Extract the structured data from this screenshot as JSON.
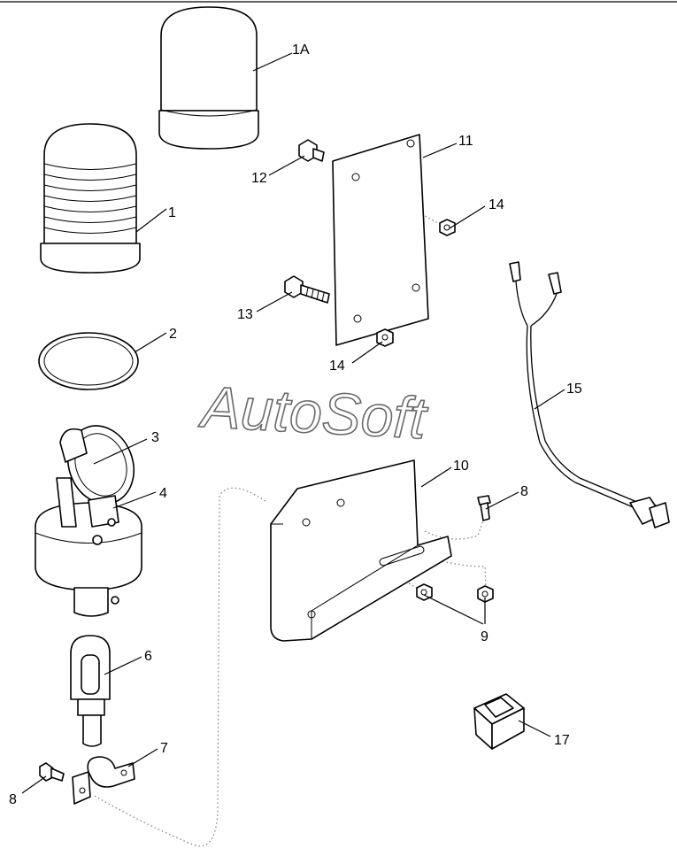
{
  "watermark": "AutoSoft",
  "callouts": {
    "c1A": "1A",
    "c1": "1",
    "c2": "2",
    "c3": "3",
    "c4": "4",
    "c6": "6",
    "c7": "7",
    "c8a": "8",
    "c8b": "8",
    "c9": "9",
    "c10": "10",
    "c11": "11",
    "c12": "12",
    "c13": "13",
    "c14a": "14",
    "c14b": "14",
    "c15": "15",
    "c17": "17"
  }
}
